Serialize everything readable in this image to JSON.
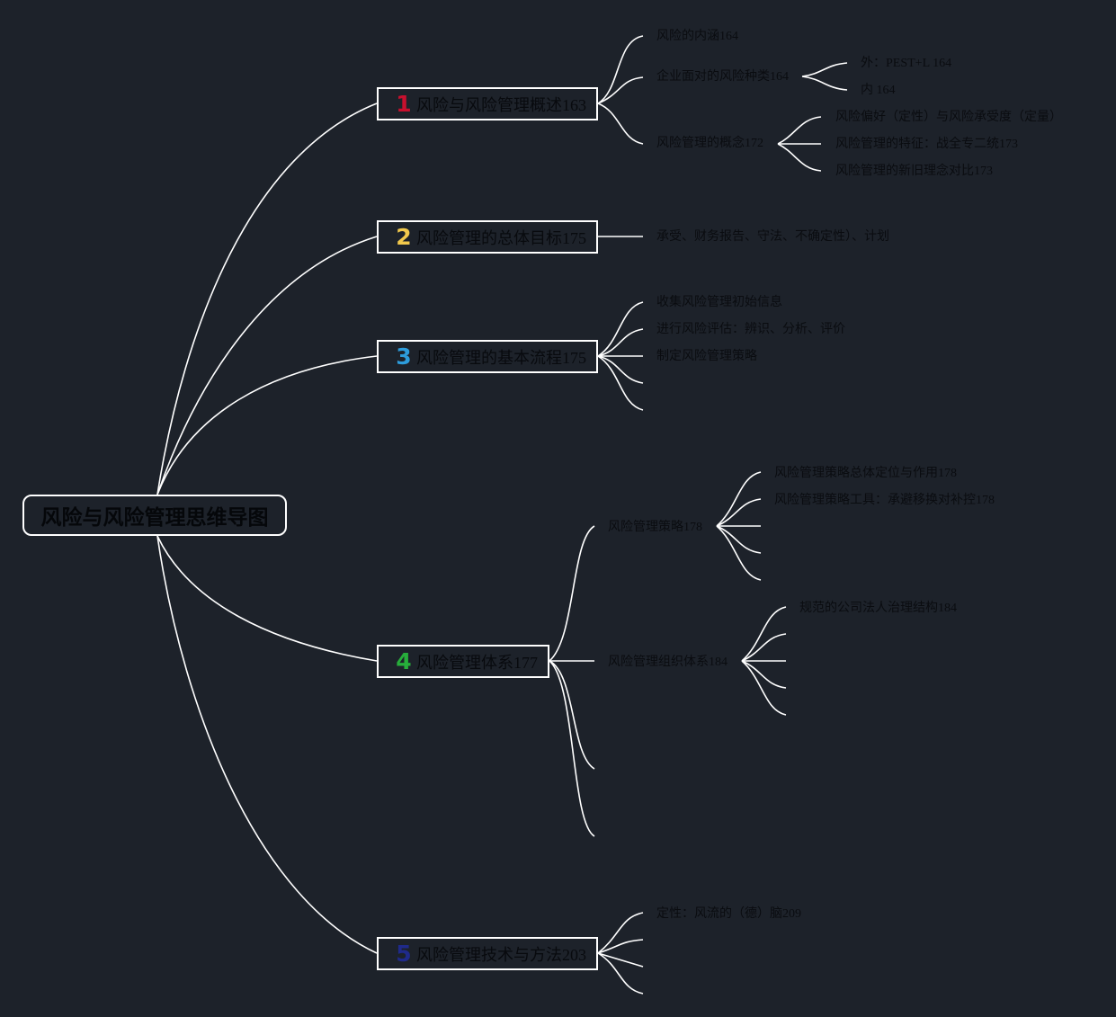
{
  "root": {
    "title": "风险与风险管理思维导图"
  },
  "colors": {
    "background": "#1d222a",
    "line": "#ffffff",
    "text": "#0a0c10",
    "num1": "#c8102e",
    "num2": "#f2c94c",
    "num3": "#2d9cdb",
    "num4": "#27ae3b",
    "num5": "#1f2a8a"
  },
  "branches": [
    {
      "num": "1",
      "label": "风险与风险管理概述163",
      "children": [
        {
          "label": "风险的内涵164"
        },
        {
          "label": "企业面对的风险种类164",
          "children": [
            {
              "label": "外：PEST+L 164"
            },
            {
              "label": "内 164"
            }
          ]
        },
        {
          "label": "风险管理的概念172",
          "children": [
            {
              "label": "风险偏好（定性）与风险承受度（定量）"
            },
            {
              "label": "风险管理的特征：战全专二统173"
            },
            {
              "label": "风险管理的新旧理念对比173"
            }
          ]
        }
      ]
    },
    {
      "num": "2",
      "label": "风险管理的总体目标175",
      "children": [
        {
          "label": "承受、财务报告、守法、不确定性）、计划"
        }
      ]
    },
    {
      "num": "3",
      "label": "风险管理的基本流程175",
      "children": [
        {
          "label": "收集风险管理初始信息"
        },
        {
          "label": "进行风险评估：辨识、分析、评价"
        },
        {
          "label": "制定风险管理策略"
        }
      ]
    },
    {
      "num": "4",
      "label": "风险管理体系177",
      "children": [
        {
          "label": "风险管理策略178",
          "children": [
            {
              "label": "风险管理策略总体定位与作用178"
            },
            {
              "label": "风险管理策略工具：承避移换对补控178"
            }
          ]
        },
        {
          "label": "风险管理组织体系184",
          "children": [
            {
              "label": "规范的公司法人治理结构184"
            }
          ]
        }
      ]
    },
    {
      "num": "5",
      "label": "风险管理技术与方法203",
      "children": [
        {
          "label": "定性：风流的（德）脑209"
        }
      ]
    }
  ]
}
